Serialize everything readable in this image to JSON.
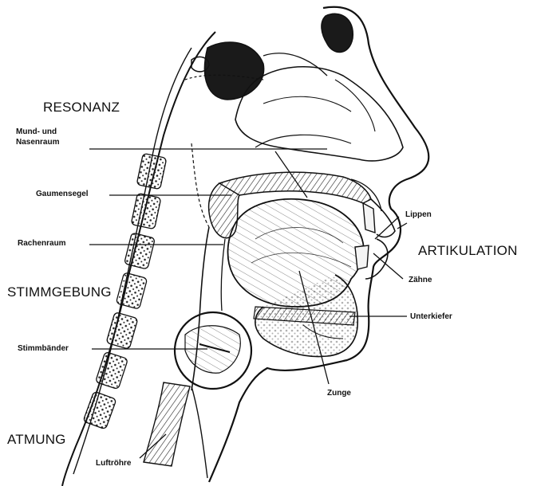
{
  "sections": {
    "resonanz": "RESONANZ",
    "stimmgebung": "STIMMGEBUNG",
    "atmung": "ATMUNG",
    "artikulation": "ARTIKULATION"
  },
  "labels": {
    "mund_und": "Mund- und",
    "nasenraum": "Nasenraum",
    "gaumensegel": "Gaumensegel",
    "rachenraum": "Rachenraum",
    "stimmbaender": "Stimmbänder",
    "luftroehre": "Luftröhre",
    "lippen": "Lippen",
    "zaehne": "Zähne",
    "unterkiefer": "Unterkiefer",
    "zunge": "Zunge"
  }
}
